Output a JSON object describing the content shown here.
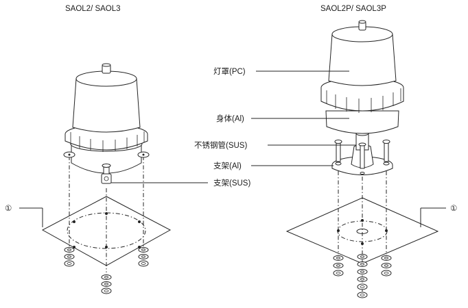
{
  "left_model": {
    "title": "SAOL2/ SAOL3"
  },
  "right_model": {
    "title": "SAOL2P/ SAOL3P"
  },
  "callouts": {
    "lampshade": "灯罩(PC)",
    "body": "身体(Al)",
    "stainless_pipe": "不锈钢管(SUS)",
    "bracket_al": "支架(Al)",
    "bracket_sus": "支架(SUS)",
    "plate_left": "①",
    "plate_right": "①"
  }
}
